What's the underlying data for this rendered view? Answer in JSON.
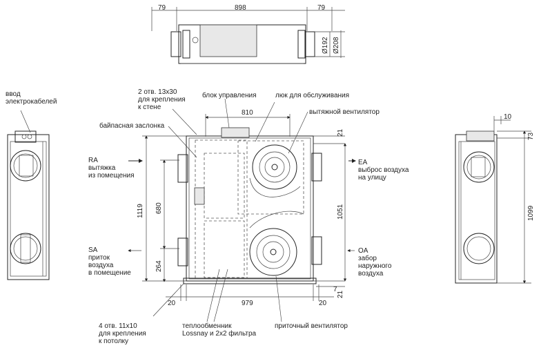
{
  "dims": {
    "top_left": "79",
    "top_width": "898",
    "top_right": "79",
    "dia_192": "Ø192",
    "dia_208": "Ø208",
    "front_top_width": "810",
    "side_10": "10",
    "side_73": "73",
    "front_21_top": "21",
    "front_1119": "1119",
    "front_680": "680",
    "front_264": "264",
    "front_1051": "1051",
    "front_7": "7",
    "front_21_bottom": "21",
    "side_1099": "1099",
    "bottom_left": "20",
    "bottom_width": "979",
    "bottom_right": "20"
  },
  "labels": {
    "cable_entry": [
      "ввод",
      "электрокабелей"
    ],
    "holes_wall": [
      "2 отв. 13x30",
      "для крепления",
      "к стене"
    ],
    "control_block": "блок управления",
    "service_hatch": "люк для обслуживания",
    "exhaust_fan": "вытяжной вентилятор",
    "bypass_damper": "байпасная заслонка",
    "ra": [
      "RA",
      "вытяжка",
      "из помещения"
    ],
    "ea": [
      "EA",
      "выброс воздуха",
      "на улицу"
    ],
    "sa": [
      "SA",
      "приток",
      "воздуха",
      "в помещение"
    ],
    "oa": [
      "OA",
      "забор",
      "наружного",
      "воздуха"
    ],
    "holes_ceiling": [
      "4 отв. 11x10",
      "для крепления",
      "к потолку"
    ],
    "heat_exchanger": [
      "теплообменник",
      "Lossnay и 2x2 фильтра"
    ],
    "supply_fan": "приточный вентилятор"
  }
}
